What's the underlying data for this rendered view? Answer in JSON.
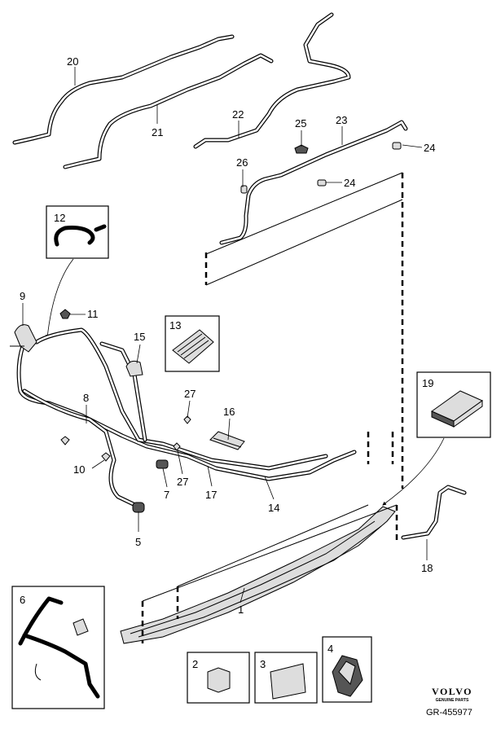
{
  "callouts": {
    "c1": "1",
    "c2": "2",
    "c3": "3",
    "c4": "4",
    "c5": "5",
    "c6": "6",
    "c7": "7",
    "c8": "8",
    "c9": "9",
    "c10": "10",
    "c11": "11",
    "c12": "12",
    "c13": "13",
    "c14": "14",
    "c15": "15",
    "c16": "16",
    "c17": "17",
    "c18": "18",
    "c19": "19",
    "c20": "20",
    "c21": "21",
    "c22": "22",
    "c23": "23",
    "c24a": "24",
    "c24b": "24",
    "c25": "25",
    "c26": "26",
    "c27a": "27",
    "c27b": "27"
  },
  "brand": {
    "name": "VOLVO",
    "subtitle": "GENUINE PARTS"
  },
  "reference": "GR-455977"
}
